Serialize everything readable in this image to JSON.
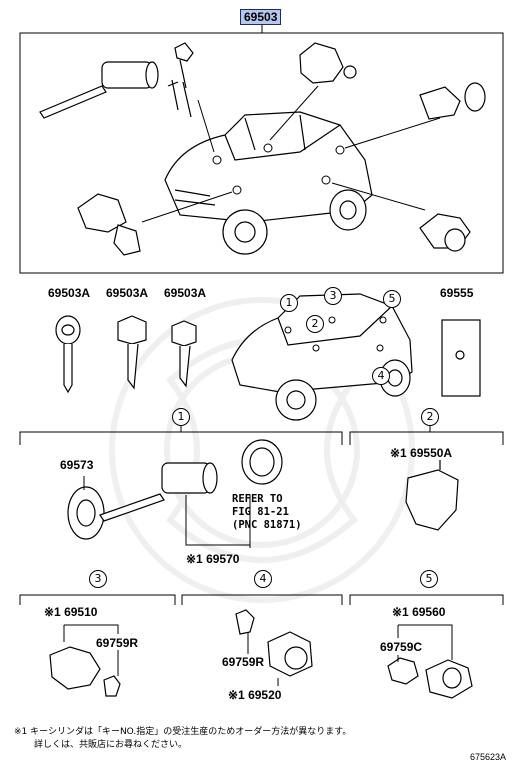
{
  "assembly_part": "69503",
  "keys_row": {
    "key1": "69503A",
    "key2": "69503A",
    "key3": "69503A",
    "plate": "69555"
  },
  "car_callouts": [
    "1",
    "2",
    "3",
    "4",
    "5"
  ],
  "section_markers": [
    "1",
    "2",
    "3",
    "4",
    "5"
  ],
  "section1": {
    "part_a": "69573",
    "part_b": "※1 69570",
    "refer_line1": "REFER TO",
    "refer_line2": "FIG 81-21",
    "refer_line3": "(PNC 81871)"
  },
  "section2": {
    "part": "※1 69550A"
  },
  "section3": {
    "part_a": "※1 69510",
    "part_b": "69759R"
  },
  "section4": {
    "part_a": "69759R",
    "part_b": "※1 69520"
  },
  "section5": {
    "part_a": "※1 69560",
    "part_b": "69759C"
  },
  "footnote_line1": "※1 キーシリンダは「キーNO.指定」の受注生産のためオーダー方法が異なります。",
  "footnote_line2": "詳しくは、共販店にお尋ねください。",
  "figure_code": "675623A"
}
